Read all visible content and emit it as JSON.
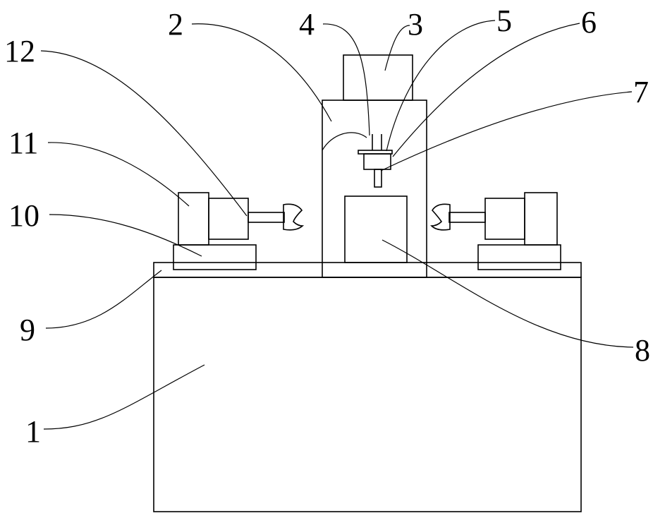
{
  "labels": {
    "base": "1",
    "column": "2",
    "motor_top": "3",
    "spindle": "4",
    "flange": "5",
    "chuck": "6",
    "bit": "7",
    "fixture": "8",
    "plate": "9",
    "slide_base": "10",
    "clamp_motor": "11",
    "wrench": "12"
  }
}
